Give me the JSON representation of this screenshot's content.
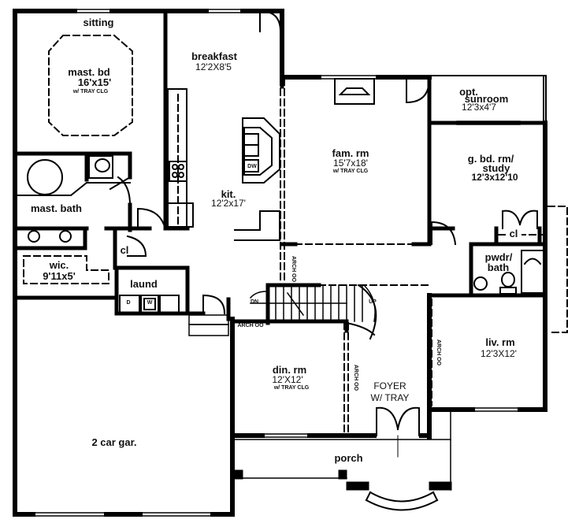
{
  "plan": {
    "rooms": [
      {
        "id": "sitting",
        "name": "sitting"
      },
      {
        "id": "master-bedroom",
        "name": "mast. bd",
        "dims": "16'x15'",
        "note": "w/ TRAY CLG"
      },
      {
        "id": "breakfast",
        "name": "breakfast",
        "dims": "12'2X8'5"
      },
      {
        "id": "kitchen",
        "name": "kit.",
        "dims": "12'2x17'",
        "appliance": "DW"
      },
      {
        "id": "family-room",
        "name": "fam. rm",
        "dims": "15'7x18'",
        "note": "w/ TRAY CLG"
      },
      {
        "id": "sunroom",
        "name": "opt. sunroom",
        "name_line1": "opt.",
        "name_line2": "sunroom",
        "dims": "12'3x4'7"
      },
      {
        "id": "guest-bedroom",
        "name_line1": "g. bd. rm/",
        "name_line2": "study",
        "dims": "12'3x12'10"
      },
      {
        "id": "closet-guest",
        "name": "cl"
      },
      {
        "id": "powder-bath",
        "name_line1": "pwdr/",
        "name_line2": "bath"
      },
      {
        "id": "master-bath",
        "name": "mast. bath"
      },
      {
        "id": "closet-hall",
        "name": "cl"
      },
      {
        "id": "walk-in-closet",
        "name": "wic.",
        "dims": "9'11x5'"
      },
      {
        "id": "laundry",
        "name": "laund",
        "appliances": [
          "D",
          "W"
        ]
      },
      {
        "id": "living-room",
        "name": "liv. rm",
        "dims": "12'3X12'"
      },
      {
        "id": "dining-room",
        "name": "din. rm",
        "dims": "12'X12'",
        "note": "w/ TRAY CLG"
      },
      {
        "id": "foyer",
        "name": "FOYER",
        "note": "W/ TRAY"
      },
      {
        "id": "garage",
        "name": "2 car gar."
      },
      {
        "id": "porch",
        "name": "porch"
      }
    ],
    "annotations": {
      "arch_1": "ARCH OO",
      "arch_2": "ARCH OO",
      "arch_3": "ARCH OO",
      "arch_4": "ARCH OO",
      "stair_down": "DN",
      "stair_up": "UP"
    }
  }
}
